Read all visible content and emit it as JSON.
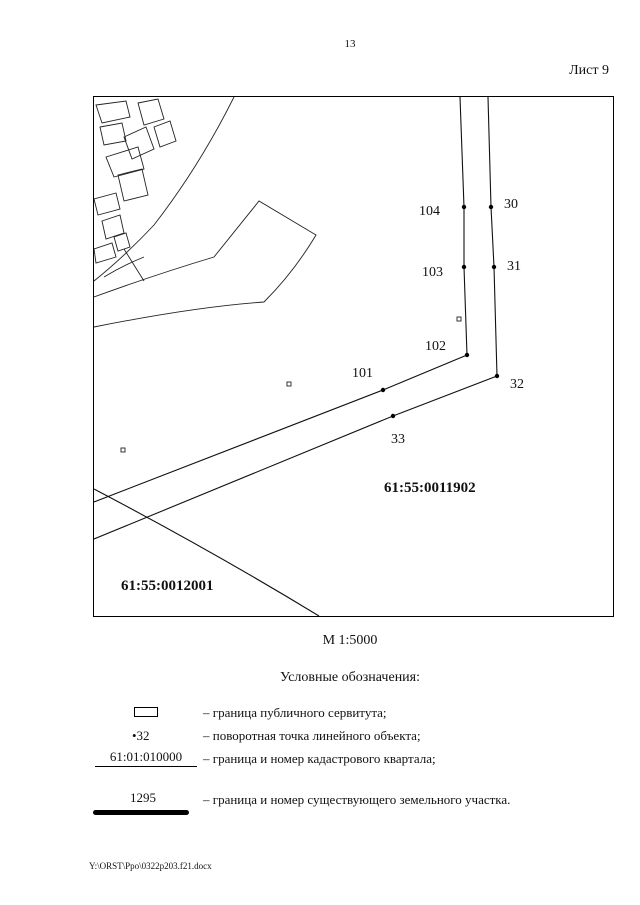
{
  "page": {
    "number": "13",
    "sheet": "Лист 9",
    "file_path": "Y:\\ORST\\Ppo\\0322p203.f21.docx"
  },
  "map": {
    "point_labels": {
      "p30": "30",
      "p31": "31",
      "p32": "32",
      "p33": "33",
      "p101": "101",
      "p102": "102",
      "p103": "103",
      "p104": "104"
    },
    "quarter_labels": {
      "q1": "61:55:0011902",
      "q2": "61:55:0012001"
    },
    "scale": "М 1:5000"
  },
  "legend": {
    "title": "Условные обозначения:",
    "items": [
      {
        "symbol_text": "",
        "description": "– граница публичного сервитута;"
      },
      {
        "symbol_text": "•32",
        "description": "– поворотная точка линейного объекта;"
      },
      {
        "symbol_text": "61:01:010000",
        "description": "– граница и номер кадастрового квартала;"
      },
      {
        "symbol_text": "1295",
        "description": "– граница и номер существующего земельного участка."
      }
    ]
  },
  "colors": {
    "ink": "#111111",
    "background": "#ffffff"
  }
}
